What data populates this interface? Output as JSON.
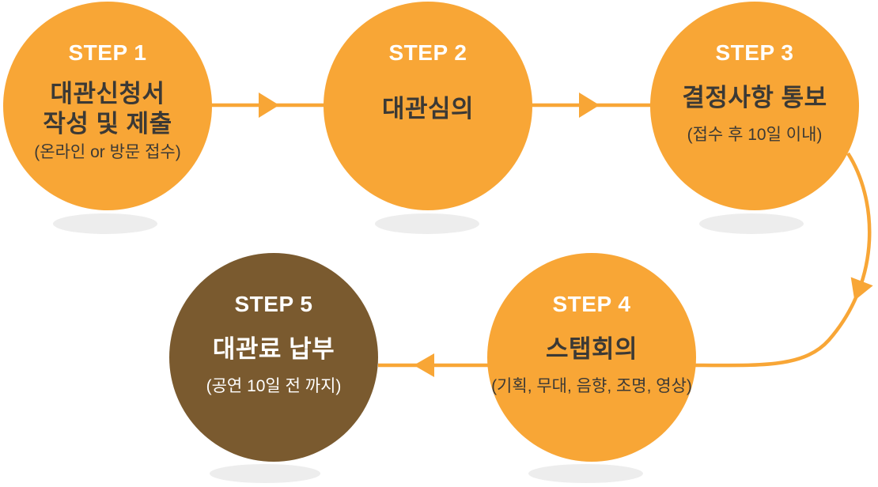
{
  "diagram_type": "process-flow",
  "steps": [
    {
      "id": "step-1",
      "label": "STEP 1",
      "title_lines": [
        "대관신청서",
        "작성 및 제출"
      ],
      "subtitle": "(온라인 or 방문 접수)",
      "variant": "orange"
    },
    {
      "id": "step-2",
      "label": "STEP 2",
      "title_lines": [
        "대관심의"
      ],
      "subtitle": "",
      "variant": "orange"
    },
    {
      "id": "step-3",
      "label": "STEP 3",
      "title_lines": [
        "결정사항 통보"
      ],
      "subtitle": "(접수 후 10일 이내)",
      "variant": "orange"
    },
    {
      "id": "step-4",
      "label": "STEP 4",
      "title_lines": [
        "스탭회의"
      ],
      "subtitle": "(기획, 무대, 음향, 조명, 영상)",
      "variant": "orange"
    },
    {
      "id": "step-5",
      "label": "STEP 5",
      "title_lines": [
        "대관료 납부"
      ],
      "subtitle": "(공연 10일 전 까지)",
      "variant": "brown"
    }
  ],
  "connectors": [
    {
      "from": "STEP 1",
      "to": "STEP 2",
      "shape": "straight-right"
    },
    {
      "from": "STEP 2",
      "to": "STEP 3",
      "shape": "straight-right"
    },
    {
      "from": "STEP 3",
      "to": "STEP 4",
      "shape": "curve-right-down"
    },
    {
      "from": "STEP 4",
      "to": "STEP 5",
      "shape": "straight-left"
    }
  ],
  "colors": {
    "step_orange": "#F8A636",
    "step_brown": "#7A5A2F",
    "arrow": "#F8A636",
    "dark_text": "#3B3935",
    "light_text": "#FFFFFF",
    "shadow": "#EDEDED",
    "background": "#FFFFFF"
  }
}
